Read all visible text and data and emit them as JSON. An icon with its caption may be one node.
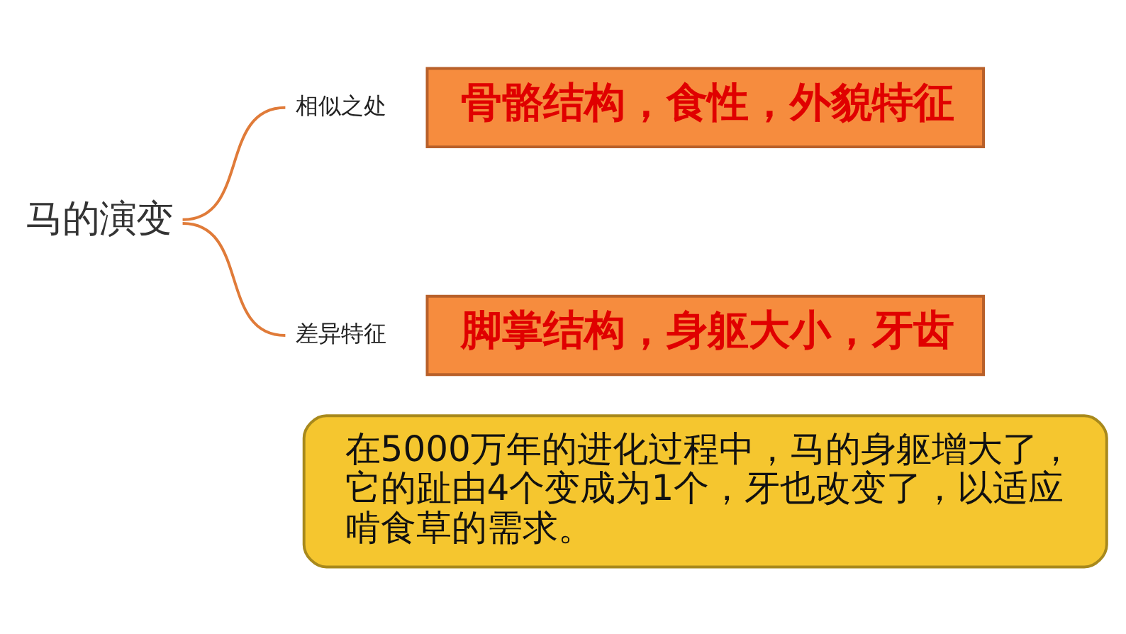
{
  "diagram": {
    "nodes": [
      {
        "text": [
          "马的演变"
        ]
      },
      {
        "text": [
          "相似之处"
        ]
      },
      {
        "text": [
          "骨骼结构，食性，外貌特征"
        ]
      },
      {
        "text": [
          "差异特征"
        ]
      },
      {
        "text": [
          "脚掌结构，身躯大小，牙齿"
        ]
      },
      {
        "text": [
          "在5000万年的进化过程中，马的身躯增大了，它的趾由4个变成为1个，牙也改变了，以适应啃食草的需求。"
        ]
      }
    ],
    "edges": [
      {
        "from": 0,
        "to": 1,
        "arrow": "none"
      },
      {
        "from": 0,
        "to": 3,
        "arrow": "none"
      }
    ]
  }
}
